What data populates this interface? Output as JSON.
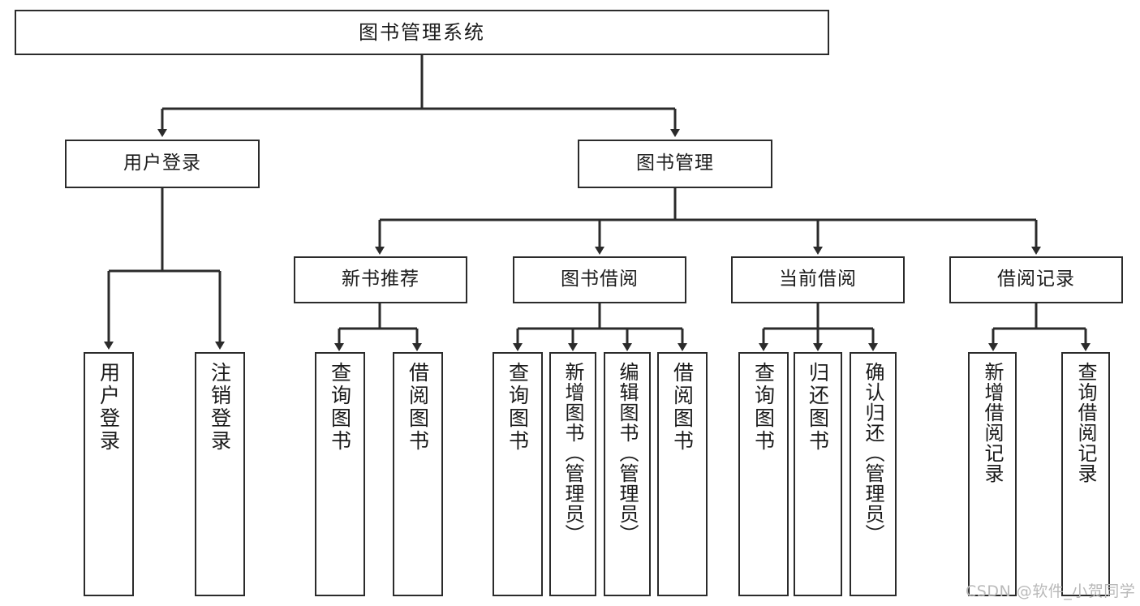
{
  "diagram": {
    "title": "图书管理系统",
    "type": "tree-hierarchy",
    "nodes": {
      "root": {
        "label": "图书管理系统"
      },
      "level2": [
        {
          "id": "user-login",
          "label": "用户登录"
        },
        {
          "id": "book-manage",
          "label": "图书管理"
        }
      ],
      "level3": [
        {
          "id": "new-book-recommend",
          "label": "新书推荐"
        },
        {
          "id": "book-borrow",
          "label": "图书借阅"
        },
        {
          "id": "current-borrow",
          "label": "当前借阅"
        },
        {
          "id": "borrow-record",
          "label": "借阅记录"
        }
      ],
      "leaves": [
        {
          "id": "leaf-user-login",
          "label": "用户登录",
          "parent": "user-login"
        },
        {
          "id": "leaf-user-logout",
          "label": "注销登录",
          "parent": "user-login"
        },
        {
          "id": "leaf-query-book-1",
          "label": "查询图书",
          "parent": "new-book-recommend"
        },
        {
          "id": "leaf-borrow-book-1",
          "label": "借阅图书",
          "parent": "new-book-recommend"
        },
        {
          "id": "leaf-query-book-2",
          "label": "查询图书",
          "parent": "book-borrow"
        },
        {
          "id": "leaf-add-book",
          "label": "新增图书（管理员）",
          "parent": "book-borrow"
        },
        {
          "id": "leaf-edit-book",
          "label": "编辑图书（管理员）",
          "parent": "book-borrow"
        },
        {
          "id": "leaf-borrow-book-2",
          "label": "借阅图书",
          "parent": "book-borrow"
        },
        {
          "id": "leaf-query-book-3",
          "label": "查询图书",
          "parent": "current-borrow"
        },
        {
          "id": "leaf-return-book",
          "label": "归还图书",
          "parent": "current-borrow"
        },
        {
          "id": "leaf-confirm-return",
          "label": "确认归还（管理员）",
          "parent": "current-borrow"
        },
        {
          "id": "leaf-add-record",
          "label": "新增借阅记录",
          "parent": "borrow-record"
        },
        {
          "id": "leaf-query-record",
          "label": "查询借阅记录",
          "parent": "borrow-record"
        }
      ]
    },
    "colors": {
      "stroke": "#2b2b2b",
      "fill": "#ffffff",
      "text": "#1b1b1b",
      "watermark": "#b9b9b9"
    }
  },
  "watermark": {
    "text": "CSDN @软件_小贺同学"
  }
}
